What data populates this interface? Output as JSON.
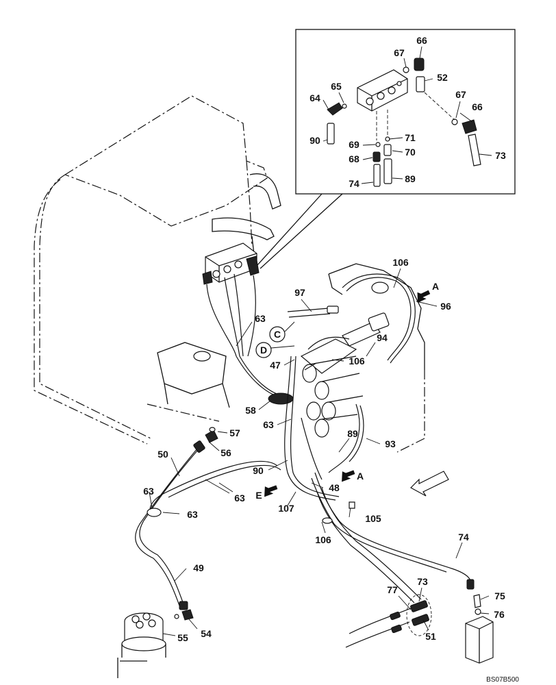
{
  "drawing": {
    "code": "BS07B500",
    "callouts": [
      {
        "id": "66a",
        "text": "66"
      },
      {
        "id": "67a",
        "text": "67"
      },
      {
        "id": "52",
        "text": "52"
      },
      {
        "id": "65",
        "text": "65"
      },
      {
        "id": "64",
        "text": "64"
      },
      {
        "id": "67b",
        "text": "67"
      },
      {
        "id": "66b",
        "text": "66"
      },
      {
        "id": "71",
        "text": "71"
      },
      {
        "id": "90a",
        "text": "90"
      },
      {
        "id": "69",
        "text": "69"
      },
      {
        "id": "70",
        "text": "70"
      },
      {
        "id": "68",
        "text": "68"
      },
      {
        "id": "73a",
        "text": "73"
      },
      {
        "id": "74a",
        "text": "74"
      },
      {
        "id": "89a",
        "text": "89"
      },
      {
        "id": "106a",
        "text": "106"
      },
      {
        "id": "97",
        "text": "97"
      },
      {
        "id": "96",
        "text": "96"
      },
      {
        "id": "63a",
        "text": "63"
      },
      {
        "id": "94",
        "text": "94"
      },
      {
        "id": "47",
        "text": "47"
      },
      {
        "id": "106b",
        "text": "106"
      },
      {
        "id": "58",
        "text": "58"
      },
      {
        "id": "63b",
        "text": "63"
      },
      {
        "id": "57",
        "text": "57"
      },
      {
        "id": "89b",
        "text": "89"
      },
      {
        "id": "93",
        "text": "93"
      },
      {
        "id": "56",
        "text": "56"
      },
      {
        "id": "50",
        "text": "50"
      },
      {
        "id": "90b",
        "text": "90"
      },
      {
        "id": "48",
        "text": "48"
      },
      {
        "id": "63c",
        "text": "63"
      },
      {
        "id": "63d",
        "text": "63"
      },
      {
        "id": "107",
        "text": "107"
      },
      {
        "id": "105",
        "text": "105"
      },
      {
        "id": "63e",
        "text": "63"
      },
      {
        "id": "106c",
        "text": "106"
      },
      {
        "id": "74b",
        "text": "74"
      },
      {
        "id": "49",
        "text": "49"
      },
      {
        "id": "73b",
        "text": "73"
      },
      {
        "id": "77",
        "text": "77"
      },
      {
        "id": "75",
        "text": "75"
      },
      {
        "id": "76",
        "text": "76"
      },
      {
        "id": "51",
        "text": "51"
      },
      {
        "id": "54",
        "text": "54"
      },
      {
        "id": "55",
        "text": "55"
      }
    ],
    "view_markers": [
      {
        "id": "A1",
        "text": "A"
      },
      {
        "id": "A2",
        "text": "A"
      },
      {
        "id": "E",
        "text": "E"
      },
      {
        "id": "C",
        "text": "C"
      },
      {
        "id": "D",
        "text": "D"
      }
    ]
  }
}
